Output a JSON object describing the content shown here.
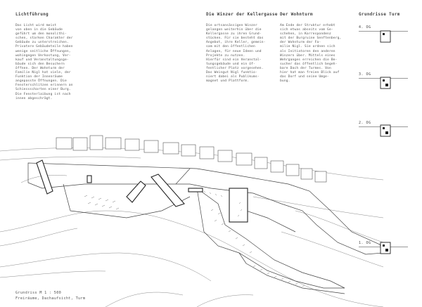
{
  "columns": [
    {
      "title": "Lichtführung",
      "lines": [
        "Das Licht wird meist",
        "von oben in die Gebäude",
        "geführt um den monolithi-",
        "schen, starken Charakter der",
        "Gebäude zu unterstreichen.",
        "Privatere Gebäudeteile haben",
        "wenige seitliche Öffnungen,",
        "wohingegen Verkostung, Ver-",
        "kauf und Veranstaltungsge-",
        "bäude sich den Besuchern",
        "öffnen. Der Wohnturm der",
        "Familie Nigl hat viele, der",
        "Funktion der Innenräume",
        "angepasste Öffnungen. Die",
        "Fensterschlitzen erinnern an",
        "Schiessscharten einer Burg.",
        "Die Fensterlaibung ist nach",
        "innen abgeschrägt."
      ]
    },
    {
      "title": "Die Winzer der Kellergasse",
      "lines": [
        "Die ortsansässigen Winzer",
        "gelangen weiterhin über die",
        "Kellergasse zu ihren Grund-",
        "stücken. Für sie besteht das",
        "Angebot, ihre Keller, gemein-",
        "sam mit den öffentlichen",
        "Anlagen, für neue Ideen und",
        "Projekte zu nutzen.",
        "Hierfür sind ein Veranstal-",
        "tungsgebäude und ein öf-",
        "fentlicher Platz vorgesehen.",
        "Das Weingut Nigl funktio-",
        "niert dabei als Publikums-",
        "magnet und Plattform."
      ]
    },
    {
      "title": "Der Wohnturm",
      "lines": [
        "Am Ende der Struktur erhebt",
        "sich etwas abseits vom Ge-",
        "schehen, in Korrespondenz",
        "mit der Burgruine Senftenberg,",
        "der Wohnturm der Fa-",
        "milie Nigl. Sie ordnen sich",
        "als Initiatoren den anderen",
        "Winzern über. Mittels eines",
        "Wehrganges erreichen die Be-",
        "sucher das öffentlich begeh-",
        "bare Dach der Turmes. Von",
        "hier hat man freien Blick auf",
        "das Dorf und seine Umge-",
        "bung."
      ]
    },
    {
      "title": "Grundrisse Turm",
      "lines": []
    }
  ],
  "floors": [
    {
      "label": "4. OG"
    },
    {
      "label": "3. OG"
    },
    {
      "label": "2. OG"
    },
    {
      "label": "1. OG"
    }
  ],
  "caption": {
    "line1": "Grundriss M 1 : 500",
    "line2": "Freiräume, Dachaufsicht, Turm"
  }
}
